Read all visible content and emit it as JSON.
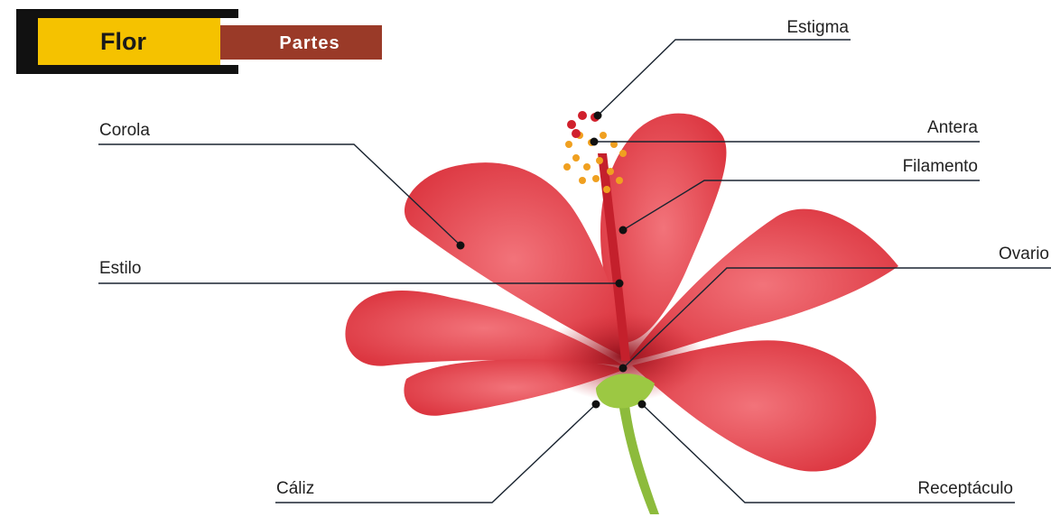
{
  "header": {
    "title": "Flor",
    "subtitle": "Partes"
  },
  "labels": {
    "estigma": "Estigma",
    "antera": "Antera",
    "filamento": "Filamento",
    "ovario": "Ovario",
    "corola": "Corola",
    "estilo": "Estilo",
    "caliz": "Cáliz",
    "receptaculo": "Receptáculo"
  },
  "colors": {
    "title_box": "#f5c200",
    "subtitle_box": "#9a3a28",
    "frame": "#111111",
    "petal": "#e8424a",
    "petal_dark": "#b81d28",
    "stem": "#8dbb3c",
    "pollen": "#f0a020"
  },
  "illustration": "hibiscus-flower"
}
